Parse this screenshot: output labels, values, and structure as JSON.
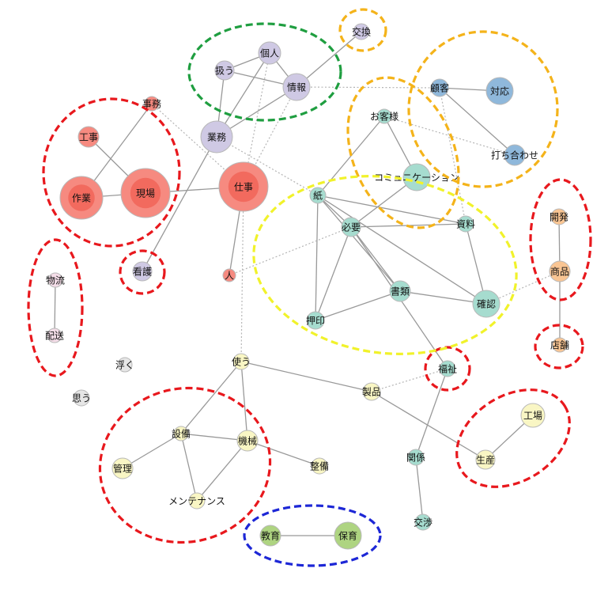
{
  "palette": {
    "red": "#f68a80",
    "red_core": "#f26a5e",
    "purple": "#cfc9e4",
    "teal": "#a6dccf",
    "yellow": "#f9f6c4",
    "green": "#aed481",
    "blue": "#8fb8db",
    "orange": "#f9c593",
    "pink": "#f4dde8",
    "gray": "#e6e6e6",
    "group_red": "#e8181d",
    "group_orange": "#f4b31a",
    "group_green": "#1f9e40",
    "group_yellow": "#f1f22b",
    "group_blue": "#1d27d6"
  },
  "nodes": [
    {
      "id": "koukan",
      "label": "交換",
      "color": "purple"
    },
    {
      "id": "kojin",
      "label": "個人",
      "color": "purple"
    },
    {
      "id": "atsukau",
      "label": "扱う",
      "color": "purple"
    },
    {
      "id": "jouhou",
      "label": "情報",
      "color": "purple"
    },
    {
      "id": "jimu",
      "label": "事務",
      "color": "red"
    },
    {
      "id": "kouji",
      "label": "工事",
      "color": "red"
    },
    {
      "id": "gyoumu",
      "label": "業務",
      "color": "purple"
    },
    {
      "id": "sagyou",
      "label": "作業",
      "color": "red"
    },
    {
      "id": "genba",
      "label": "現場",
      "color": "red"
    },
    {
      "id": "shigoto",
      "label": "仕事",
      "color": "red"
    },
    {
      "id": "kango",
      "label": "看護",
      "color": "purple"
    },
    {
      "id": "hito",
      "label": "人",
      "color": "red"
    },
    {
      "id": "butsuryuu",
      "label": "物流",
      "color": "pink"
    },
    {
      "id": "haisou",
      "label": "配送",
      "color": "pink"
    },
    {
      "id": "uku",
      "label": "浮く",
      "color": "gray"
    },
    {
      "id": "omou",
      "label": "思う",
      "color": "gray"
    },
    {
      "id": "okyakusama",
      "label": "お客様",
      "color": "teal"
    },
    {
      "id": "comm",
      "label": "コミュニケーション",
      "color": "teal"
    },
    {
      "id": "kami",
      "label": "紙",
      "color": "teal"
    },
    {
      "id": "shiryou",
      "label": "資料",
      "color": "teal"
    },
    {
      "id": "hitsuyou",
      "label": "必要",
      "color": "teal"
    },
    {
      "id": "shorui",
      "label": "書類",
      "color": "teal"
    },
    {
      "id": "kakunin",
      "label": "確認",
      "color": "teal"
    },
    {
      "id": "ouin",
      "label": "押印",
      "color": "teal"
    },
    {
      "id": "fukushi",
      "label": "福祉",
      "color": "teal"
    },
    {
      "id": "kankei",
      "label": "関係",
      "color": "teal"
    },
    {
      "id": "koushou",
      "label": "交渉",
      "color": "teal"
    },
    {
      "id": "kokyaku",
      "label": "顧客",
      "color": "blue"
    },
    {
      "id": "taiou",
      "label": "対応",
      "color": "blue"
    },
    {
      "id": "uchiawase",
      "label": "打ち合わせ",
      "color": "blue"
    },
    {
      "id": "kaihatsu",
      "label": "開発",
      "color": "orange"
    },
    {
      "id": "shouhin",
      "label": "商品",
      "color": "orange"
    },
    {
      "id": "tenpo",
      "label": "店舗",
      "color": "orange"
    },
    {
      "id": "tsukau",
      "label": "使う",
      "color": "yellow"
    },
    {
      "id": "seihin",
      "label": "製品",
      "color": "yellow"
    },
    {
      "id": "setsubi",
      "label": "設備",
      "color": "yellow"
    },
    {
      "id": "kikai",
      "label": "機械",
      "color": "yellow"
    },
    {
      "id": "kanri",
      "label": "管理",
      "color": "yellow"
    },
    {
      "id": "seibi",
      "label": "整備",
      "color": "yellow"
    },
    {
      "id": "maintenance",
      "label": "メンテナンス",
      "color": "yellow"
    },
    {
      "id": "koujou",
      "label": "工場",
      "color": "yellow"
    },
    {
      "id": "seisan",
      "label": "生産",
      "color": "yellow"
    },
    {
      "id": "kyouiku",
      "label": "教育",
      "color": "green"
    },
    {
      "id": "hoiku",
      "label": "保育",
      "color": "green"
    }
  ],
  "edges_solid": [
    [
      "kojin",
      "atsukau"
    ],
    [
      "kojin",
      "jouhou"
    ],
    [
      "kojin",
      "gyoumu"
    ],
    [
      "atsukau",
      "jouhou"
    ],
    [
      "atsukau",
      "gyoumu"
    ],
    [
      "jouhou",
      "koukan"
    ],
    [
      "jouhou",
      "gyoumu"
    ],
    [
      "jimu",
      "sagyou"
    ],
    [
      "kouji",
      "genba"
    ],
    [
      "sagyou",
      "genba"
    ],
    [
      "genba",
      "shigoto"
    ],
    [
      "shigoto",
      "hito"
    ],
    [
      "gyoumu",
      "kango"
    ],
    [
      "butsuryuu",
      "haisou"
    ],
    [
      "okyakusama",
      "comm"
    ],
    [
      "okyakusama",
      "kami"
    ],
    [
      "comm",
      "hitsuyou"
    ],
    [
      "kami",
      "shiryou"
    ],
    [
      "kami",
      "hitsuyou"
    ],
    [
      "kami",
      "shorui"
    ],
    [
      "kami",
      "kakunin"
    ],
    [
      "kami",
      "ouin"
    ],
    [
      "hitsuyou",
      "shiryou"
    ],
    [
      "hitsuyou",
      "shorui"
    ],
    [
      "hitsuyou",
      "ouin"
    ],
    [
      "hitsuyou",
      "fukushi"
    ],
    [
      "shorui",
      "ouin"
    ],
    [
      "shorui",
      "kakunin"
    ],
    [
      "shiryou",
      "kakunin"
    ],
    [
      "fukushi",
      "kankei"
    ],
    [
      "kankei",
      "koushou"
    ],
    [
      "kokyaku",
      "taiou"
    ],
    [
      "kokyaku",
      "uchiawase"
    ],
    [
      "kaihatsu",
      "shouhin"
    ],
    [
      "shouhin",
      "tenpo"
    ],
    [
      "tsukau",
      "setsubi"
    ],
    [
      "tsukau",
      "kikai"
    ],
    [
      "tsukau",
      "seihin"
    ],
    [
      "setsubi",
      "kikai"
    ],
    [
      "setsubi",
      "kanri"
    ],
    [
      "setsubi",
      "maintenance"
    ],
    [
      "kikai",
      "maintenance"
    ],
    [
      "kikai",
      "seibi"
    ],
    [
      "seihin",
      "seisan"
    ],
    [
      "koujou",
      "seisan"
    ],
    [
      "kyouiku",
      "hoiku"
    ]
  ],
  "edges_dotted": [
    [
      "jimu",
      "shigoto"
    ],
    [
      "gyoumu",
      "kami"
    ],
    [
      "jouhou",
      "shigoto"
    ],
    [
      "kojin",
      "shigoto"
    ],
    [
      "jouhou",
      "kokyaku"
    ],
    [
      "okyakusama",
      "uchiawase"
    ],
    [
      "kokyaku",
      "shiryou"
    ],
    [
      "shigoto",
      "tsukau"
    ],
    [
      "hito",
      "hitsuyou"
    ],
    [
      "seihin",
      "fukushi"
    ],
    [
      "kakunin",
      "shouhin"
    ]
  ],
  "groups": [
    {
      "color": "group_red"
    },
    {
      "color": "group_red"
    },
    {
      "color": "group_red"
    },
    {
      "color": "group_red"
    },
    {
      "color": "group_red"
    },
    {
      "color": "group_red"
    },
    {
      "color": "group_red"
    },
    {
      "color": "group_red"
    },
    {
      "color": "group_green"
    },
    {
      "color": "group_orange"
    },
    {
      "color": "group_orange"
    },
    {
      "color": "group_orange"
    },
    {
      "color": "group_yellow"
    },
    {
      "color": "group_blue"
    }
  ]
}
